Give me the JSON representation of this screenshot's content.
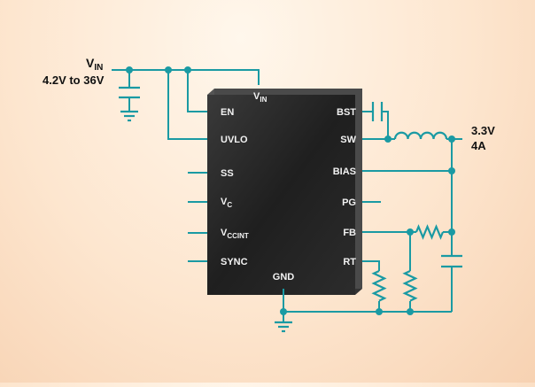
{
  "input": {
    "label_main": "V",
    "label_sub": "IN",
    "range": "4.2V to 36V"
  },
  "output": {
    "voltage": "3.3V",
    "current": "4A"
  },
  "chip": {
    "vin_main": "V",
    "vin_sub": "IN",
    "gnd": "GND",
    "left_pins": {
      "en": "EN",
      "uvlo": "UVLO",
      "ss": "SS",
      "vc_main": "V",
      "vc_sub": "C",
      "vccint_main": "V",
      "vccint_sub": "CCINT",
      "sync": "SYNC"
    },
    "right_pins": {
      "bst": "BST",
      "sw": "SW",
      "bias": "BIAS",
      "pg": "PG",
      "fb": "FB",
      "rt": "RT"
    }
  },
  "colors": {
    "wire": "#1a9aa3",
    "chip_face": "#262626",
    "chip_edge": "#4a4a4a",
    "label": "#111111"
  }
}
